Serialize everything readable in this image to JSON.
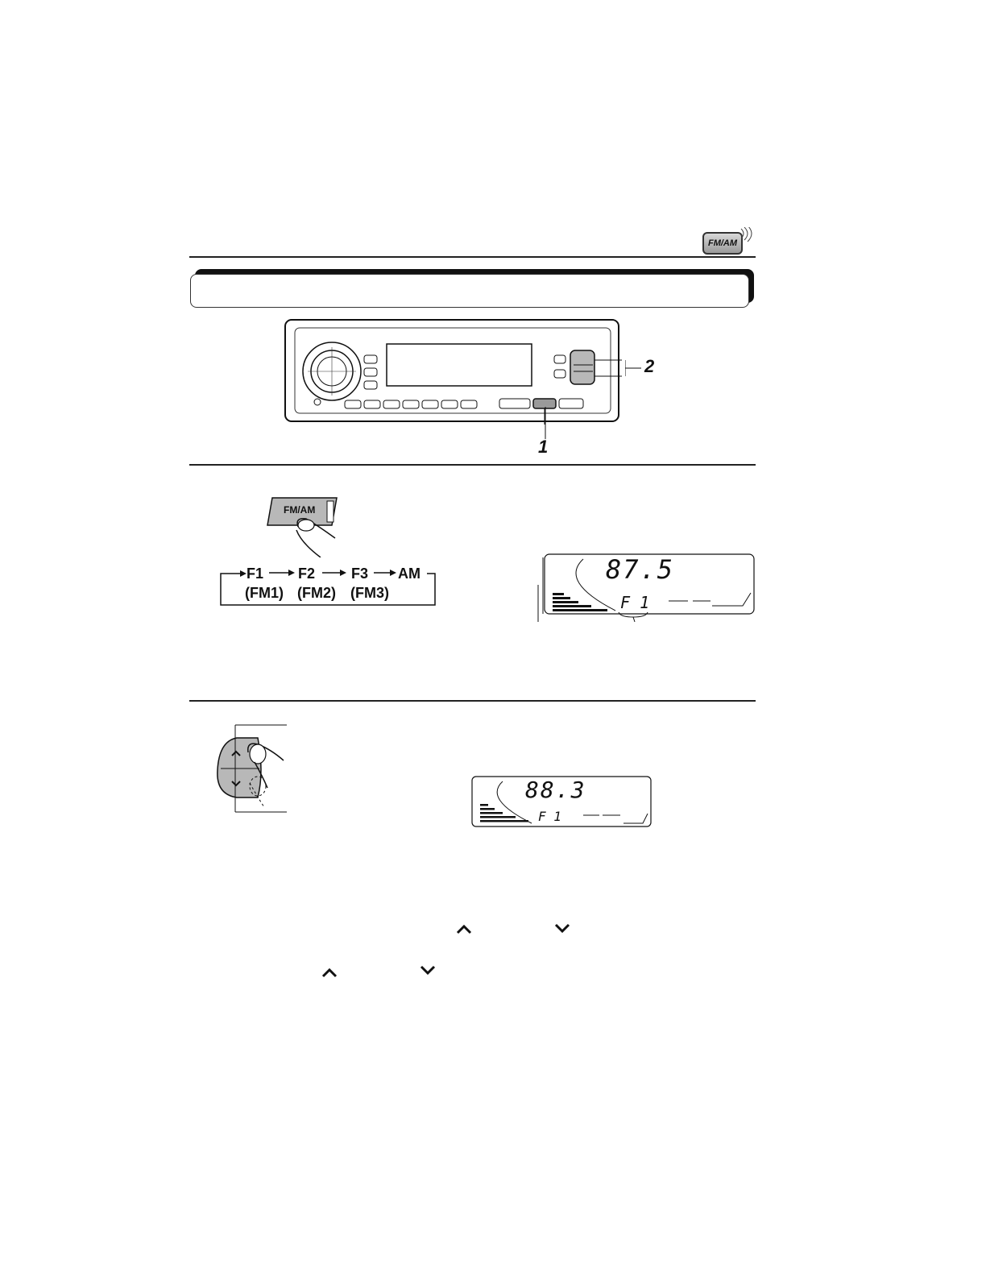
{
  "header_badge": {
    "label": "FM/AM",
    "icon": "radio-wave-icon"
  },
  "callouts": {
    "one": "1",
    "two": "2"
  },
  "fmam_button": {
    "label": "FM/AM"
  },
  "band_sequence": {
    "bands": [
      "F1",
      "F2",
      "F3",
      "AM"
    ],
    "band_names": [
      "(FM1)",
      "(FM2)",
      "(FM3)"
    ]
  },
  "display_1": {
    "frequency": "87.5",
    "band": "F 1"
  },
  "display_2": {
    "frequency": "88.3",
    "band": "F 1"
  },
  "colors": {
    "ink": "#111111",
    "panel_gray": "#b8b8b8",
    "highlight_gray": "#9a9a9a"
  }
}
